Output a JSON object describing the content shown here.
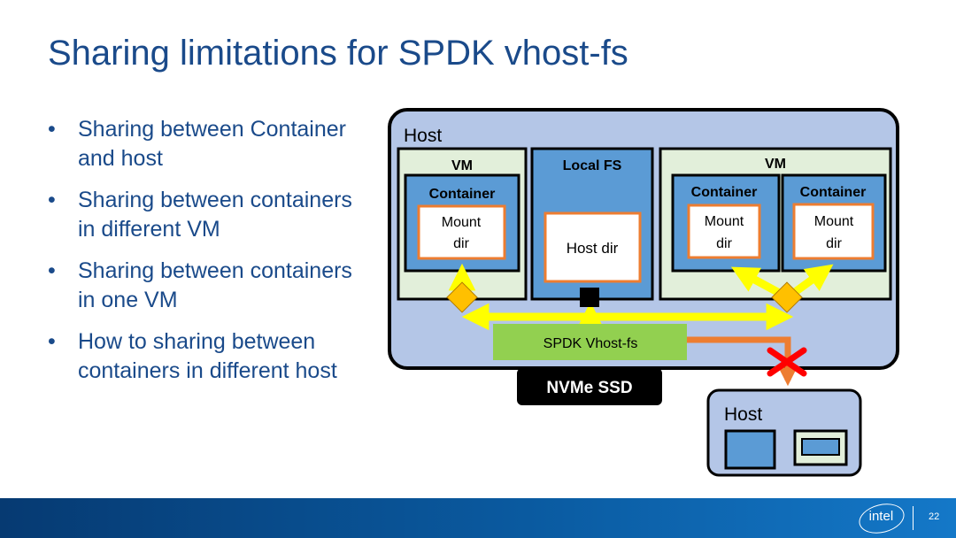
{
  "slide": {
    "title": "Sharing limitations for SPDK vhost-fs",
    "bullets": [
      "Sharing between Container and host",
      "Sharing between containers in different VM",
      "Sharing between containers in one VM",
      "How to sharing between containers in different host"
    ]
  },
  "diagram": {
    "host_label": "Host",
    "vm_left": {
      "label": "VM",
      "container": "Container",
      "mount": [
        "Mount",
        "dir"
      ]
    },
    "local_fs": {
      "label": "Local FS",
      "dir": "Host dir"
    },
    "vm_right": {
      "label": "VM",
      "containers": [
        {
          "label": "Container",
          "mount": [
            "Mount",
            "dir"
          ]
        },
        {
          "label": "Container",
          "mount": [
            "Mount",
            "dir"
          ]
        }
      ]
    },
    "vhost_label": "SPDK  Vhost-fs",
    "ssd_label": "NVMe SSD",
    "remote_host_label": "Host",
    "colors": {
      "host_fill": "#b4c6e7",
      "vm_fill": "#e2efda",
      "container_fill": "#5b9bd5",
      "mount_border": "#ed7d31",
      "vhost_fill": "#92d050",
      "arrow": "#ffff00",
      "connector": "#ffc000",
      "blocked": "#ff0000"
    }
  },
  "footer": {
    "logo_text": "intel",
    "page_number": "22"
  }
}
